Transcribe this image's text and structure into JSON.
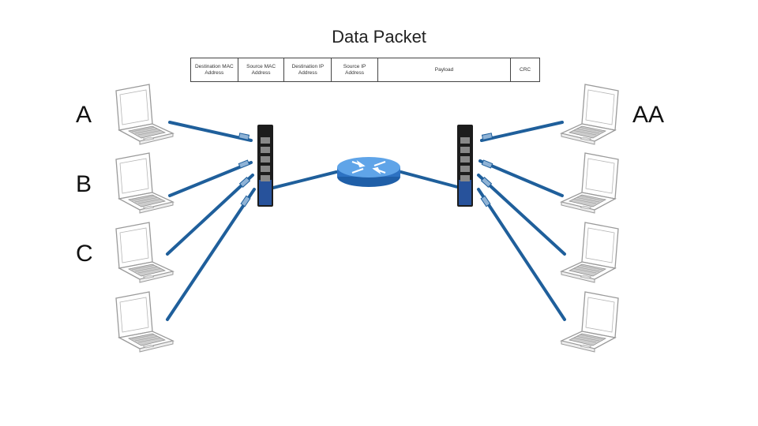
{
  "diagram": {
    "title": "Data Packet",
    "packet_fields": [
      {
        "line1": "Destination MAC",
        "line2": "Address"
      },
      {
        "line1": "Source MAC",
        "line2": "Address"
      },
      {
        "line1": "Destination IP",
        "line2": "Address"
      },
      {
        "line1": "Source IP",
        "line2": "Address"
      },
      {
        "line1": "Payload",
        "line2": ""
      },
      {
        "line1": "CRC",
        "line2": ""
      }
    ],
    "host_labels": {
      "a": "A",
      "b": "B",
      "c": "C",
      "aa": "AA"
    },
    "icons": [
      "laptop-icon",
      "network-switch-icon",
      "router-icon",
      "ethernet-cable"
    ],
    "colors": {
      "cable": "#1f5f9b",
      "router": "#3a86d4",
      "switch": "#1c1c1c",
      "laptop_outline": "#9a9a9a"
    }
  }
}
